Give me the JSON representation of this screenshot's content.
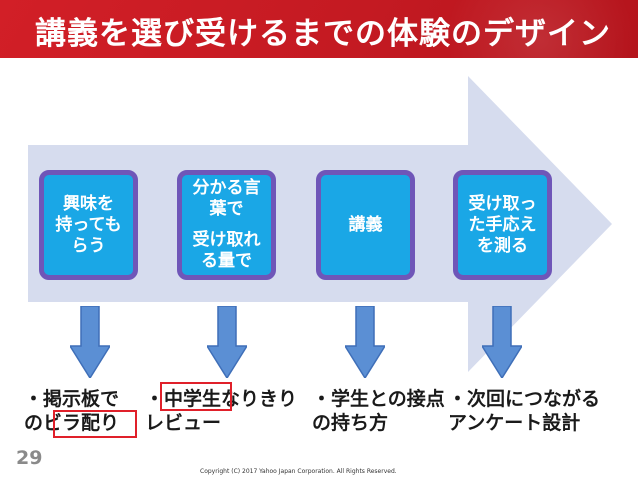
{
  "header": {
    "title": "講義を選び受けるまでの体験のデザイン",
    "background_color": "#c91c24"
  },
  "flow": {
    "arrow_color": "#d6dcee",
    "box_fill": "#1aa7e6",
    "box_border": "#6f56b8",
    "down_arrow_color": "#5b8fd4",
    "steps": [
      {
        "label": "興味を\n持っても\nらう",
        "label2": ""
      },
      {
        "label": "分かる言\n葉で",
        "label2": "受け取れ\nる量で"
      },
      {
        "label": "講義",
        "label2": ""
      },
      {
        "label": "受け取っ\nた手応え\nを測る",
        "label2": ""
      }
    ]
  },
  "results": [
    {
      "text": "・掲示板で\nのビラ配り"
    },
    {
      "text": "・中学生なりきり\nレビュー"
    },
    {
      "text": "・学生との接点\nの持ち方"
    },
    {
      "text": "・次回につながる\nアンケート設計"
    }
  ],
  "highlight_color": "#e0202a",
  "page_number": "29",
  "copyright": "Copyright (C) 2017 Yahoo Japan Corporation. All Rights Reserved."
}
